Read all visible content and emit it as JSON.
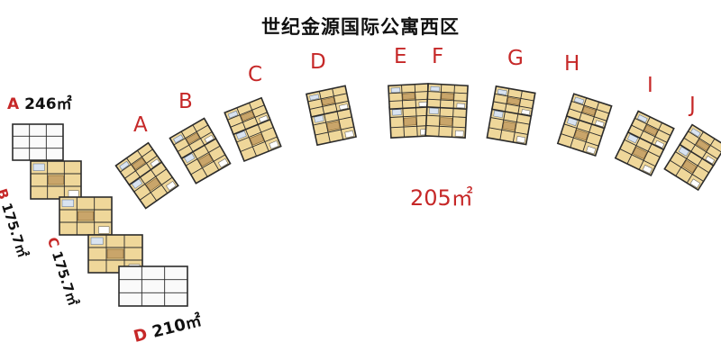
{
  "title": "世纪金源国际公寓西区",
  "main_area": "205㎡",
  "building_labels": [
    "A",
    "B",
    "C",
    "D",
    "E",
    "F",
    "G",
    "H",
    "I",
    "J"
  ],
  "side_units": [
    {
      "letter": "A",
      "area": "246㎡"
    },
    {
      "letter": "B",
      "area": "175.7㎡"
    },
    {
      "letter": "C",
      "area": "175.7㎡"
    },
    {
      "letter": "D",
      "area": "210㎡"
    }
  ],
  "colors": {
    "label": "#c62828",
    "floor": "#efd79a",
    "wall": "#2b2b2b"
  }
}
